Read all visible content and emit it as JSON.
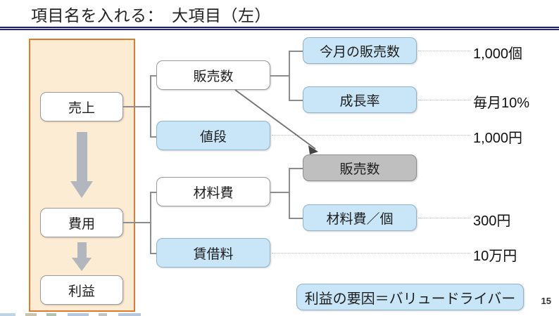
{
  "slide": {
    "title": "項目名を入れる：　大項目（左）",
    "page_number": "15"
  },
  "left_panel": {
    "nodes": [
      {
        "label": "売上"
      },
      {
        "label": "費用"
      },
      {
        "label": "利益"
      }
    ],
    "arrow_icons": [
      "down-arrow-large",
      "down-arrow-small"
    ],
    "border_color": "#e2792b",
    "fill_color": "#fdecd4"
  },
  "middle": {
    "nodes": [
      {
        "label": "販売数",
        "style": "white"
      },
      {
        "label": "値段",
        "style": "blue"
      },
      {
        "label": "材料費",
        "style": "white"
      },
      {
        "label": "賃借料",
        "style": "blue"
      }
    ]
  },
  "right": {
    "nodes": [
      {
        "label": "今月の販売数",
        "style": "blue"
      },
      {
        "label": "成長率",
        "style": "blue"
      },
      {
        "label": "販売数",
        "style": "gray"
      },
      {
        "label": "材料費／個",
        "style": "blue"
      }
    ]
  },
  "values": [
    {
      "text": "1,000個"
    },
    {
      "text": "毎月10%"
    },
    {
      "text": "1,000円"
    },
    {
      "text": "300円"
    },
    {
      "text": "10万円"
    }
  ],
  "banner": {
    "label": "利益の要因＝バリュードライバー"
  },
  "colors": {
    "blue_fill": "#c9e6f8",
    "blue_border": "#8fb4ca",
    "gray_fill": "#bfbfbf",
    "panel_border": "#e2792b",
    "panel_fill": "#fdecd4",
    "rule": "#1b1b6e",
    "arrow_gray": "#b2b6be"
  }
}
